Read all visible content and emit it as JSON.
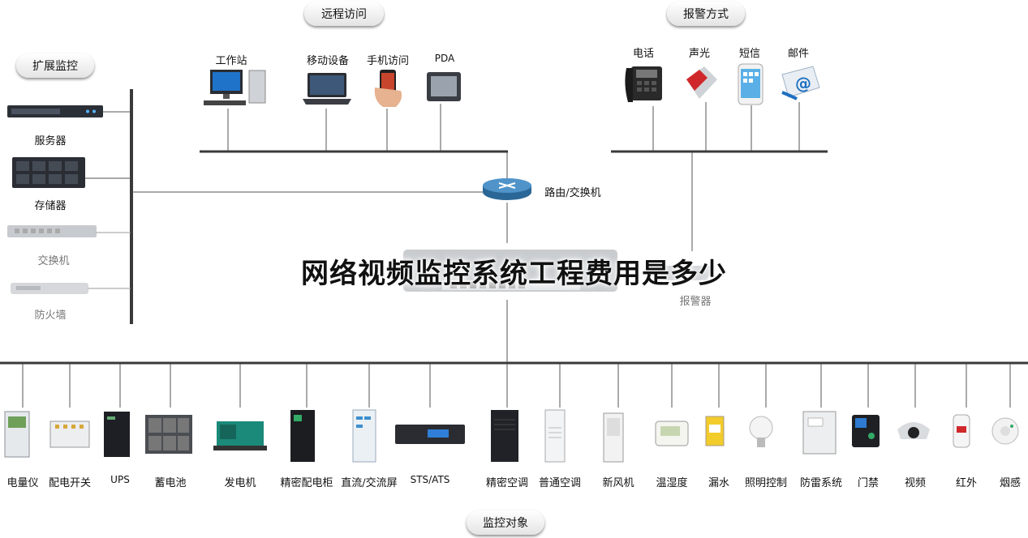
{
  "title": "网络视频监控系统工程费用是多少",
  "groups": {
    "remote": "远程访问",
    "alarm_methods": "报警方式",
    "extended": "扩展监控",
    "monitor_targets": "监控对象"
  },
  "router_label": "路由/交换机",
  "alarm_device_label": "报警器",
  "left_devices": [
    "服务器",
    "存储器",
    "交换机",
    "防火墙"
  ],
  "remote_devices": [
    "工作站",
    "移动设备",
    "手机访问",
    "PDA"
  ],
  "alarm_devices": [
    "电话",
    "声光",
    "短信",
    "邮件"
  ],
  "monitor_objects": [
    "电量仪",
    "配电开关",
    "UPS",
    "蓄电池",
    "发电机",
    "精密配电柜",
    "直流/交流屏",
    "STS/ATS",
    "精密空调",
    "普通空调",
    "新风机",
    "温湿度",
    "漏水",
    "照明控制",
    "防雷系统",
    "门禁",
    "视频",
    "红外",
    "烟感"
  ],
  "colors": {
    "line": "#3a3a3a",
    "accent_blue": "#1e6fc0",
    "alarm_red": "#d0282a",
    "overlay_text": "#111111"
  }
}
